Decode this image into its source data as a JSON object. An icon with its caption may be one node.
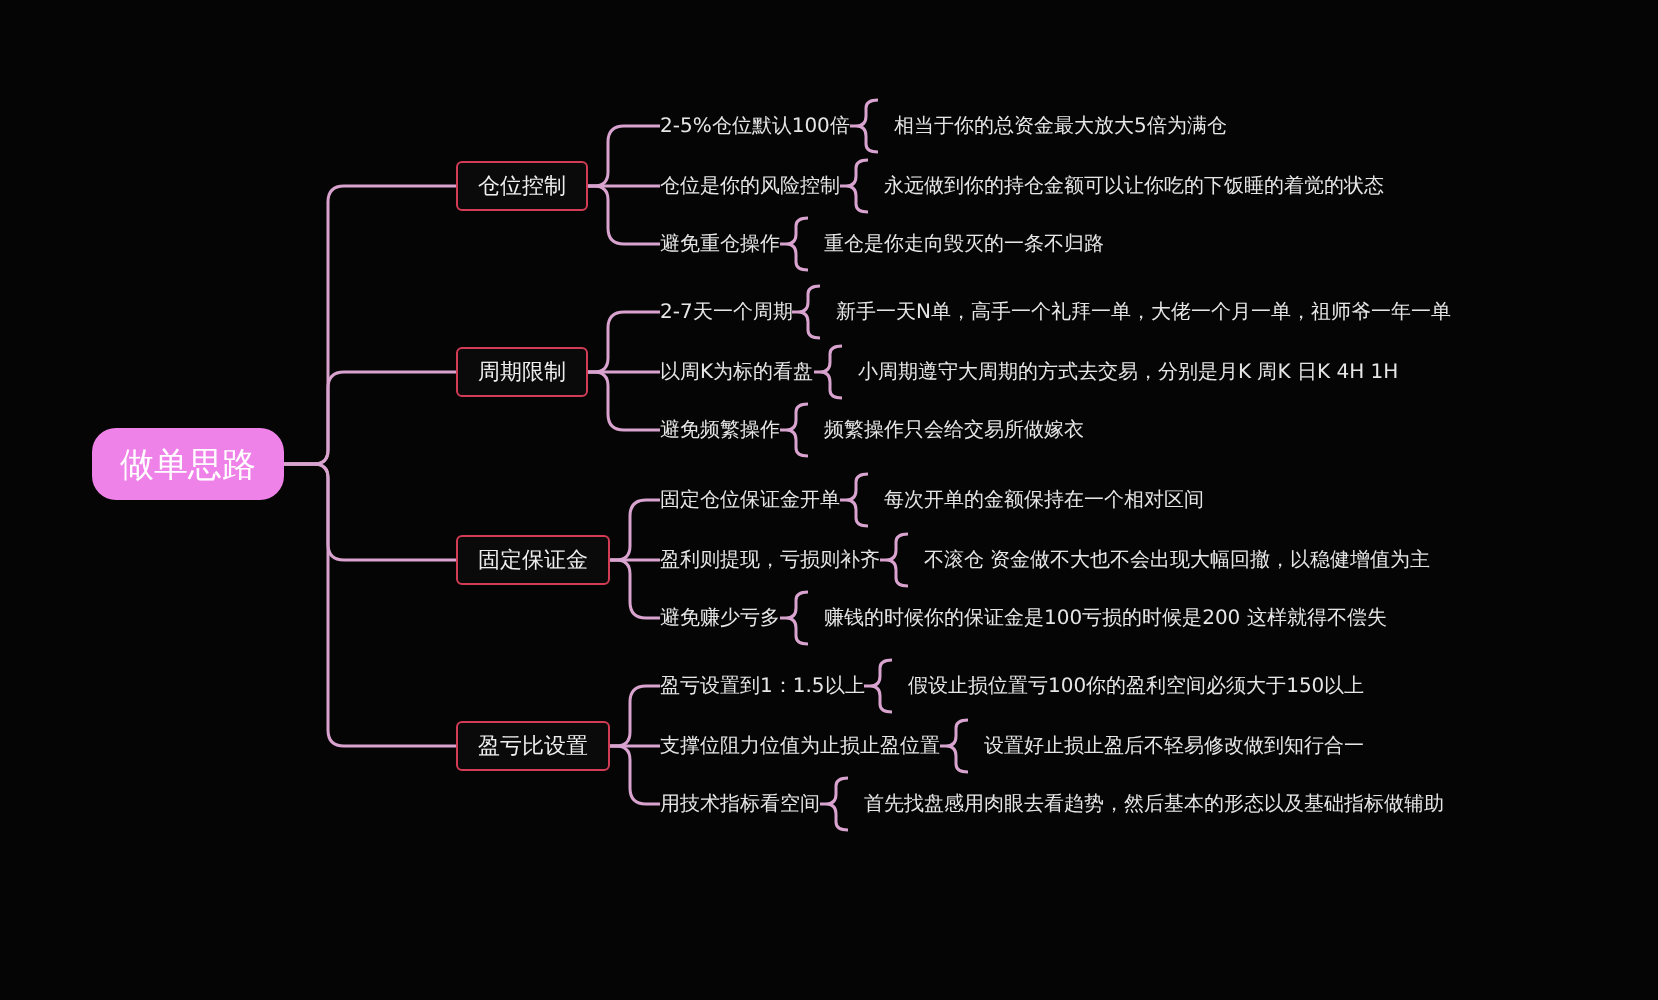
{
  "diagram": {
    "nodes": [
      {
        "text": [
          "做单思路"
        ]
      },
      {
        "text": [
          "仓位控制"
        ]
      },
      {
        "text": [
          "2-5%仓位默认100倍"
        ]
      },
      {
        "text": [
          "相当于你的总资金最大放大5倍为满仓"
        ]
      },
      {
        "text": [
          "仓位是你的风险控制"
        ]
      },
      {
        "text": [
          "永远做到你的持仓金额可以让你吃的下饭睡的着觉的状态"
        ]
      },
      {
        "text": [
          "避免重仓操作"
        ]
      },
      {
        "text": [
          "重仓是你走向毁灭的一条不归路"
        ]
      },
      {
        "text": [
          "周期限制"
        ]
      },
      {
        "text": [
          "2-7天一个周期"
        ]
      },
      {
        "text": [
          "新手一天N单，高手一个礼拜一单，大佬一个月一单，祖师爷一年一单"
        ]
      },
      {
        "text": [
          "以周K为标的看盘"
        ]
      },
      {
        "text": [
          "小周期遵守大周期的方式去交易，分别是月K 周K 日K 4H 1H"
        ]
      },
      {
        "text": [
          "避免频繁操作"
        ]
      },
      {
        "text": [
          "频繁操作只会给交易所做嫁衣"
        ]
      },
      {
        "text": [
          "固定保证金"
        ]
      },
      {
        "text": [
          "固定仓位保证金开单"
        ]
      },
      {
        "text": [
          "每次开单的金额保持在一个相对区间"
        ]
      },
      {
        "text": [
          "盈利则提现，亏损则补齐"
        ]
      },
      {
        "text": [
          "不滚仓 资金做不大也不会出现大幅回撤，以稳健增值为主"
        ]
      },
      {
        "text": [
          "避免赚少亏多"
        ]
      },
      {
        "text": [
          "赚钱的时候你的保证金是100亏损的时候是200 这样就得不偿失"
        ]
      },
      {
        "text": [
          "盈亏比设置"
        ]
      },
      {
        "text": [
          "盈亏设置到1：1.5以上"
        ]
      },
      {
        "text": [
          "假设止损位置亏100你的盈利空间必须大于150以上"
        ]
      },
      {
        "text": [
          "支撑位阻力位值为止损止盈位置"
        ]
      },
      {
        "text": [
          "设置好止损止盈后不轻易修改做到知行合一"
        ]
      },
      {
        "text": [
          "用技术指标看空间"
        ]
      },
      {
        "text": [
          "首先找盘感用肉眼去看趋势，然后基本的形态以及基础指标做辅助"
        ]
      }
    ],
    "edges": [
      {
        "from": 0,
        "to": 1,
        "arrow": "none"
      },
      {
        "from": 0,
        "to": 8,
        "arrow": "none"
      },
      {
        "from": 0,
        "to": 15,
        "arrow": "none"
      },
      {
        "from": 0,
        "to": 22,
        "arrow": "none"
      },
      {
        "from": 1,
        "to": 2,
        "arrow": "none"
      },
      {
        "from": 1,
        "to": 4,
        "arrow": "none"
      },
      {
        "from": 1,
        "to": 6,
        "arrow": "none"
      },
      {
        "from": 8,
        "to": 9,
        "arrow": "none"
      },
      {
        "from": 8,
        "to": 11,
        "arrow": "none"
      },
      {
        "from": 8,
        "to": 13,
        "arrow": "none"
      },
      {
        "from": 15,
        "to": 16,
        "arrow": "none"
      },
      {
        "from": 15,
        "to": 18,
        "arrow": "none"
      },
      {
        "from": 15,
        "to": 20,
        "arrow": "none"
      },
      {
        "from": 22,
        "to": 23,
        "arrow": "none"
      },
      {
        "from": 22,
        "to": 25,
        "arrow": "none"
      },
      {
        "from": 22,
        "to": 27,
        "arrow": "none"
      },
      {
        "from": 2,
        "to": 3,
        "arrow": "none"
      },
      {
        "from": 4,
        "to": 5,
        "arrow": "none"
      },
      {
        "from": 6,
        "to": 7,
        "arrow": "none"
      },
      {
        "from": 9,
        "to": 10,
        "arrow": "none"
      },
      {
        "from": 11,
        "to": 12,
        "arrow": "none"
      },
      {
        "from": 13,
        "to": 14,
        "arrow": "none"
      },
      {
        "from": 16,
        "to": 17,
        "arrow": "none"
      },
      {
        "from": 18,
        "to": 19,
        "arrow": "none"
      },
      {
        "from": 20,
        "to": 21,
        "arrow": "none"
      },
      {
        "from": 23,
        "to": 24,
        "arrow": "none"
      },
      {
        "from": 25,
        "to": 26,
        "arrow": "none"
      },
      {
        "from": 27,
        "to": 28,
        "arrow": "none"
      }
    ]
  }
}
